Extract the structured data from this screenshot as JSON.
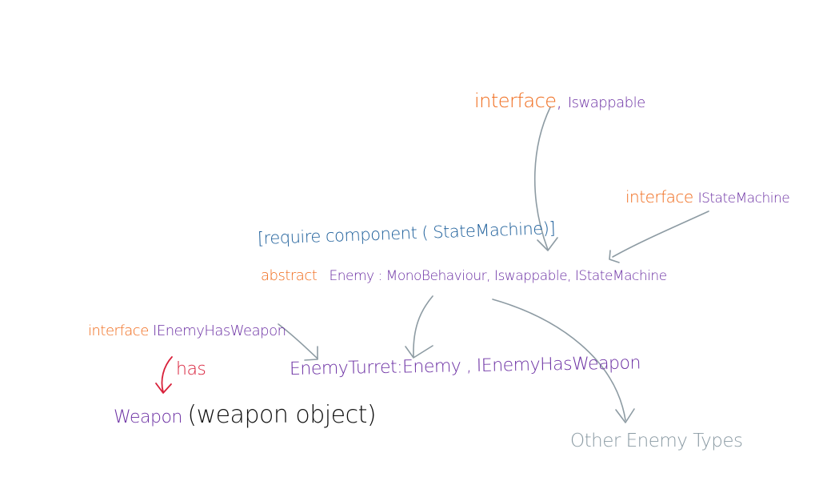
{
  "nodes": {
    "iswappable_interface": {
      "keyword": "interface",
      "name": "Iswappable"
    },
    "istatemachine_interface": {
      "keyword": "interface",
      "name": "IStateMachine"
    },
    "require_component": "[require component ( StateMachine)]",
    "enemy_class": {
      "keyword": "abstract",
      "declaration": "Enemy : MonoBehaviour, Iswappable, IStateMachine"
    },
    "ienemyhasweapon_interface": {
      "keyword": "interface",
      "name": "IEnemyHasWeapon"
    },
    "has_relation": "has",
    "weapon": {
      "name": "Weapon",
      "note": "(weapon object)"
    },
    "enemy_turret": "EnemyTurret:Enemy , IEnemyHasWeapon",
    "other_enemy_types": "Other Enemy Types"
  },
  "colors": {
    "keyword": "#f06a1a",
    "type_name": "#6b2fa3",
    "attribute": "#1c5e9a",
    "relation": "#d8203a",
    "note": "#111111",
    "arrow": "#8d9ba3",
    "other": "#8a9aa3"
  }
}
